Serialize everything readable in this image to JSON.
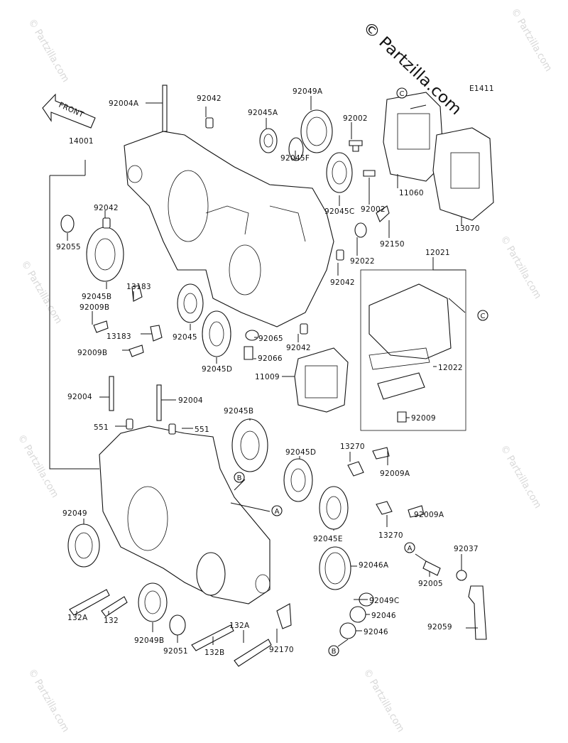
{
  "diagram_code": "E1411",
  "front_label": "FRONT",
  "watermark_main": "© Partzilla.com",
  "watermark_small": "© Partzilla.com",
  "ref_letters": {
    "a": "A",
    "b": "B",
    "c": "C"
  },
  "parts": {
    "p92004A": "92004A",
    "p92042_top": "92042",
    "p92045A": "92045A",
    "p92049A": "92049A",
    "p92002_top": "92002",
    "p14001": "14001",
    "p92045F": "92045F",
    "p92045C": "92045C",
    "p92002_mid": "92002",
    "p11060": "11060",
    "p13070": "13070",
    "p92042_left": "92042",
    "p92055": "92055",
    "p92150": "92150",
    "p12021": "12021",
    "p92022": "92022",
    "p92045B_top": "92045B",
    "p92042_right": "92042",
    "p13183_a": "13183",
    "p92009B_a": "92009B",
    "p13183_b": "13183",
    "p92045": "92045",
    "p92065": "92065",
    "p92042_low": "92042",
    "p92009B_b": "92009B",
    "p92066": "92066",
    "p92045D_top": "92045D",
    "p11009": "11009",
    "p12022": "12022",
    "p92004_a": "92004",
    "p92004_b": "92004",
    "p551_a": "551",
    "p551_b": "551",
    "p92045B_low": "92045B",
    "p92009": "92009",
    "p13270_a": "13270",
    "p92045D_low": "92045D",
    "p92009A_a": "92009A",
    "p92049": "92049",
    "p92009A_b": "92009A",
    "p13270_b": "13270",
    "p92045E": "92045E",
    "p92037": "92037",
    "p92046A": "92046A",
    "p92005": "92005",
    "p132A_a": "132A",
    "p132": "132",
    "p92049C": "92049C",
    "p92046_a": "92046",
    "p92059": "92059",
    "p92046_b": "92046",
    "p132A_b": "132A",
    "p92049B": "92049B",
    "p92051": "92051",
    "p132B": "132B",
    "p92170": "92170"
  }
}
